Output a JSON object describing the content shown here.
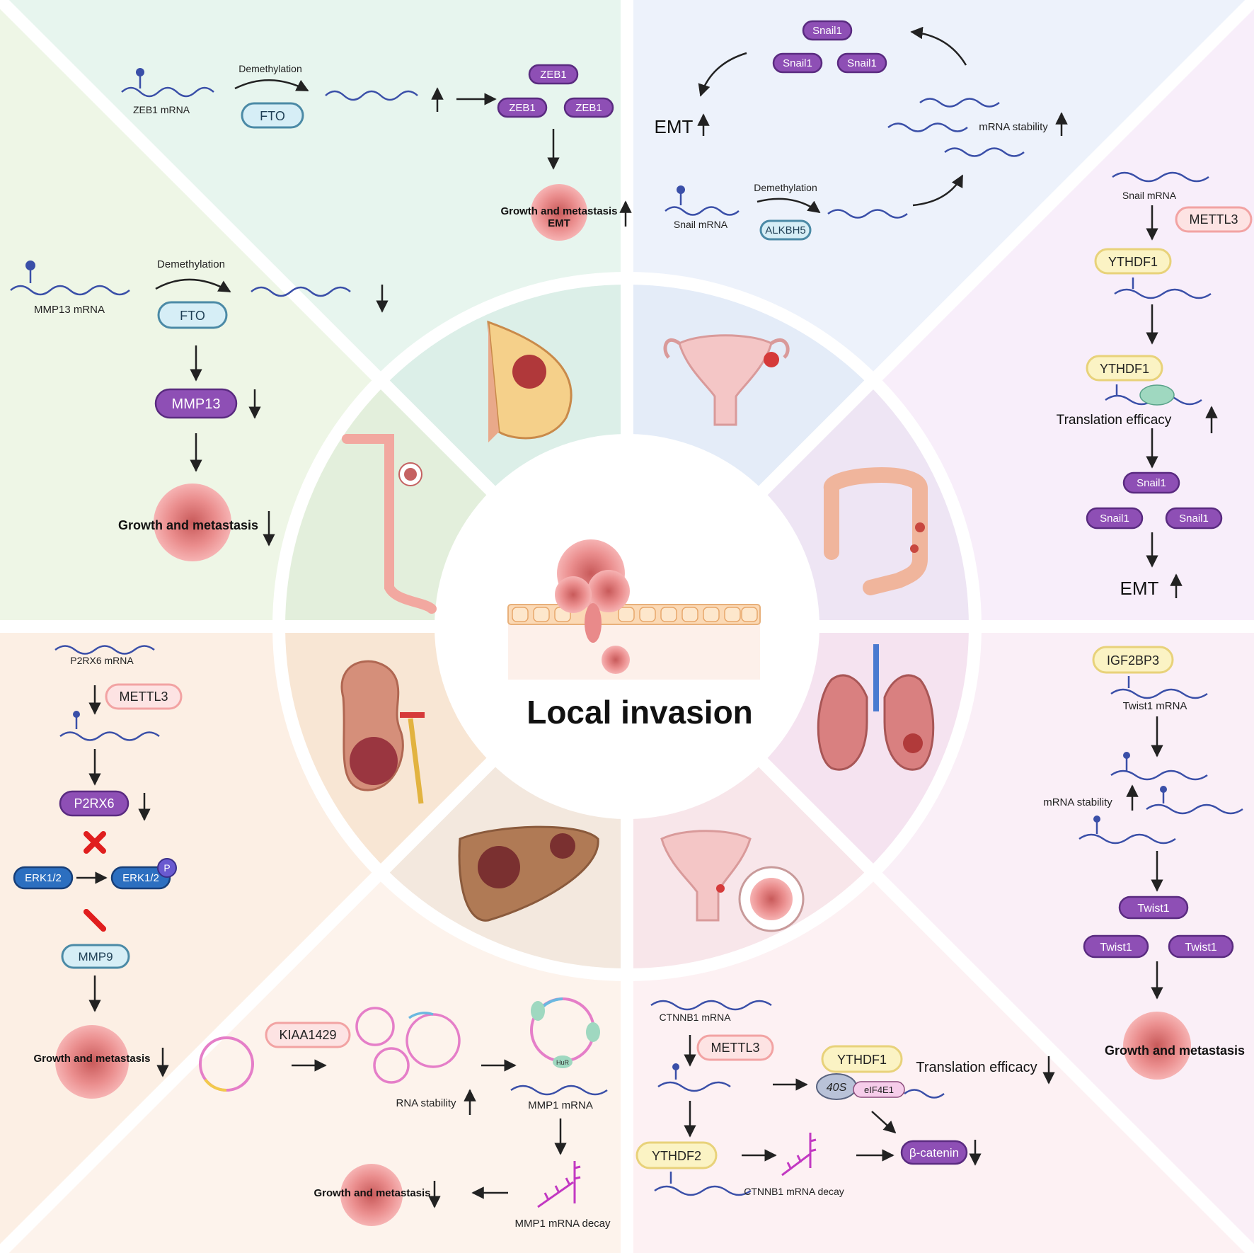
{
  "center": {
    "title": "Local invasion"
  },
  "p1": {
    "mrna": "ZEB1 mRNA",
    "process": "Demethylation",
    "enzyme": "FTO",
    "protein": "ZEB1",
    "outcome1": "Growth and metastasis",
    "outcome2": "EMT"
  },
  "p2": {
    "mrna": "MMP13 mRNA",
    "process": "Demethylation",
    "enzyme": "FTO",
    "protein": "MMP13",
    "outcome": "Growth and metastasis"
  },
  "p3": {
    "protein": "Snail1",
    "emt": "EMT",
    "stability": "mRNA stability",
    "process": "Demethylation",
    "mrna": "Snail mRNA",
    "enzyme": "ALKBH5"
  },
  "p4": {
    "mrna": "Snail mRNA",
    "writer": "METTL3",
    "reader": "YTHDF1",
    "translation": "Translation efficacy",
    "protein": "Snail1",
    "emt": "EMT"
  },
  "p5": {
    "mrna": "P2RX6  mRNA",
    "writer": "METTL3",
    "protein": "P2RX6",
    "erk": "ERK1/2",
    "phos": "P",
    "mmp": "MMP9",
    "outcome": "Growth and metastasis"
  },
  "p6": {
    "writer": "KIAA1429",
    "stability": "RNA stability",
    "mrna": "MMP1  mRNA",
    "decay": "MMP1  mRNA decay",
    "outcome": "Growth and metastasis",
    "hur": "HuR"
  },
  "p7": {
    "mrna": "CTNNB1  mRNA",
    "writer": "METTL3",
    "reader1": "YTHDF1",
    "ribosome": "40S",
    "factor": "eIF4E1",
    "translation": "Translation efficacy",
    "reader2": "YTHDF2",
    "decay": "CTNNB1  mRNA decay",
    "protein": "β-catenin"
  },
  "p8": {
    "reader": "IGF2BP3",
    "mrna": "Twist1  mRNA",
    "stability": "mRNA stability",
    "protein": "Twist1",
    "outcome": "Growth and metastasis"
  },
  "colors": {
    "purple": "#8e4fb5",
    "blue_pill": "#d6eef6",
    "yellow_pill": "#fbf3c4",
    "pink_pill": "#fde3e3",
    "erk_blue": "#2c6fc0",
    "mrna_wave": "#3a4fa8",
    "tumor": "#e98a8a"
  }
}
